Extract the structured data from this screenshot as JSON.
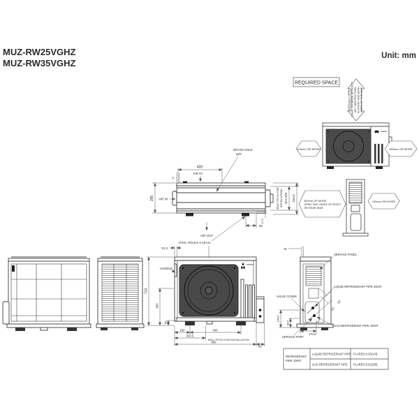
{
  "page": {
    "unit_label": "Unit: mm"
  },
  "models": [
    "MUZ-RW25VGHZ",
    "MUZ-RW35VGHZ"
  ],
  "required_space": {
    "title": "REQUIRED SPACE",
    "open_note_lines": [
      "BASICALLY OPEN",
      "100mm OR MORE WITHOUT",
      "ANY OBSTRUCTION",
      "IN FRONT AND BOTH",
      "SIDES OF THE UNIT"
    ],
    "front": {
      "left": "100mm OR MORE",
      "right": "350mm OR MORE"
    },
    "side": {
      "left_lines": [
        "300mm OR MORE",
        "OPEN TWO SIDES OF RIGHT",
        "OR REAR SIDE"
      ],
      "right": "100mm OR MORE"
    }
  },
  "top_view": {
    "labels": {
      "drain_hole": "DRAIN HOLE",
      "drain_dia": "φ42",
      "air_in": "AIR IN",
      "air_out": "AIR OUT",
      "oval_holes": "OVAL HOLES 2-10×21",
      "bolt_pitch_1": "BOLT PITCH FOR",
      "bolt_pitch_2": "INSTALLATION"
    },
    "dims": {
      "w400": "400",
      "d285": "285",
      "d11": "11",
      "bolt": "304~305",
      "overall": "344.5",
      "d60": "60",
      "d175": "17.5"
    }
  },
  "front_view": {
    "labels": {
      "handle": "HANDLE",
      "bolt_pitch": "BOLT PITCH FOR INSTALLATION"
    },
    "dims": {
      "h714": "714",
      "d223": "22.3",
      "d365": "365",
      "d50": "50",
      "d150": "150",
      "d500": "500",
      "d3025": "302.5",
      "d800": "800",
      "d81": "81"
    }
  },
  "side_view": {
    "labels": {
      "service_panel": "SERVICE PANEL",
      "valve_cover": "VALVE COVER",
      "liquid_joint": "LIQUID REFRIGERANT PIPE JOINT",
      "gas_joint": "GAS REFRIGERANT PIPE JOINT",
      "service_port": "SERVICE PORT"
    },
    "dims": {
      "d16": "16",
      "d1645": "164.5",
      "d995": "99.5",
      "d1705": "170.5",
      "a35": "35°",
      "a43": "43°"
    }
  },
  "pipe_table": {
    "header_lines": [
      "REFRIGERANT",
      "PIPE JOINT"
    ],
    "rows": [
      {
        "pipe": "LIQUID REFRIGERANT PIPE",
        "spec": "FLARED 6.35(1/4)"
      },
      {
        "pipe": "GAS REFRIGERANT PIPE",
        "spec": "FLARED 9.52(3/8)"
      }
    ]
  }
}
